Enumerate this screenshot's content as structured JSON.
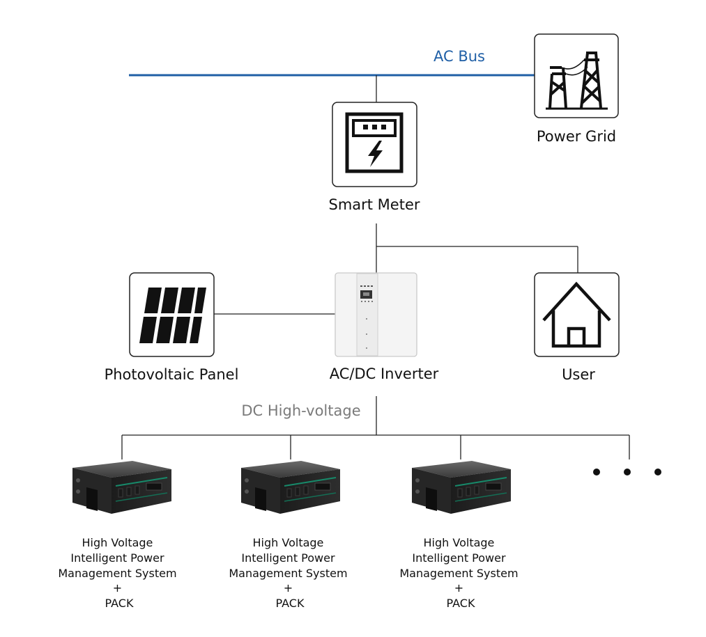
{
  "colors": {
    "ac_bus": "#1f5fa6",
    "dc_label": "#7a7a7a",
    "line": "#222222",
    "icon": "#111111"
  },
  "ac_bus": {
    "label": "AC Bus"
  },
  "power_grid": {
    "label": "Power Grid",
    "icon": "transmission-tower-icon"
  },
  "smart_meter": {
    "label": "Smart Meter",
    "icon": "electric-meter-icon"
  },
  "photovoltaic_panel": {
    "label": "Photovoltaic Panel",
    "icon": "solar-panel-icon"
  },
  "inverter": {
    "label": "AC/DC Inverter",
    "icon": "inverter-device-image"
  },
  "user": {
    "label": "User",
    "icon": "house-icon"
  },
  "dc_bus": {
    "label": "DC High-voltage"
  },
  "battery_units": [
    {
      "lines": [
        "High Voltage",
        "Intelligent Power",
        "Management System",
        "+",
        "PACK"
      ]
    },
    {
      "lines": [
        "High Voltage",
        "Intelligent Power",
        "Management System",
        "+",
        "PACK"
      ]
    },
    {
      "lines": [
        "High Voltage",
        "Intelligent Power",
        "Management System",
        "+",
        "PACK"
      ]
    }
  ],
  "more_units": {
    "icon": "ellipsis-icon"
  }
}
